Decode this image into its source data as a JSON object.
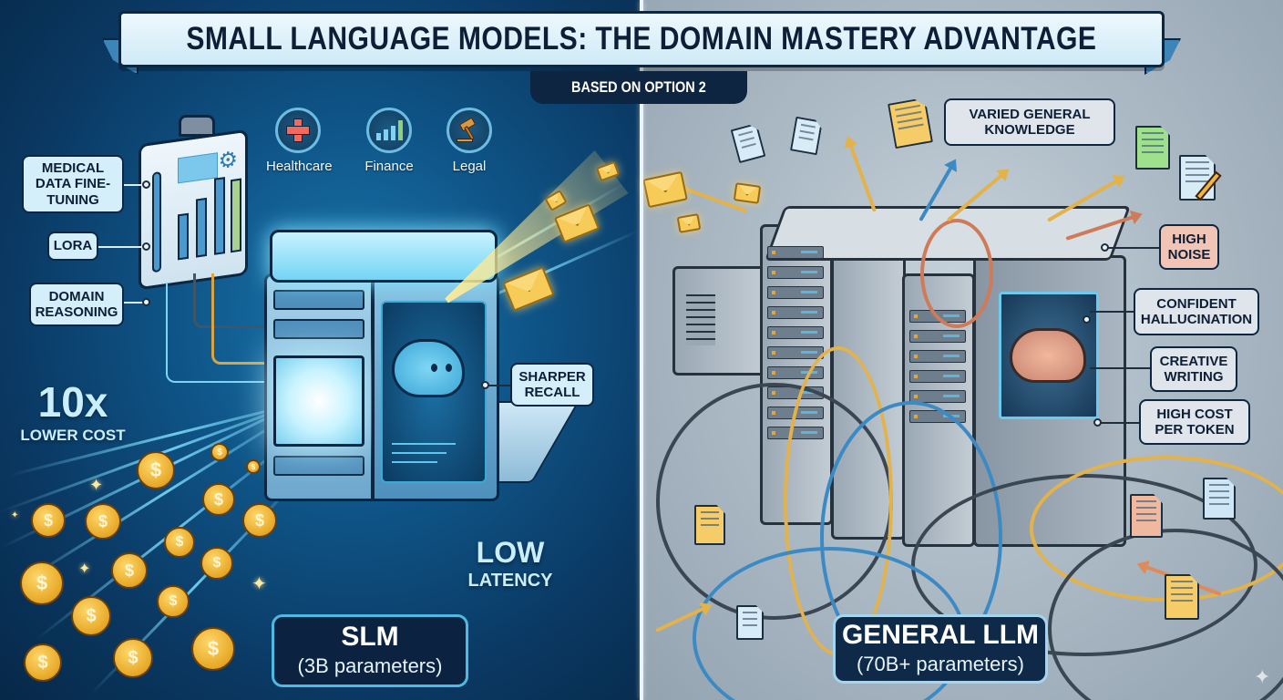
{
  "banner": {
    "title": "SMALL LANGUAGE MODELS: THE DOMAIN MASTERY ADVANTAGE",
    "subtitle": "BASED ON OPTION 2"
  },
  "slm_side": {
    "theme_color": "#0f5588",
    "callouts": [
      {
        "id": "medical-data-fine-tuning",
        "text": "MEDICAL DATA FINE-TUNING"
      },
      {
        "id": "lora",
        "text": "LORA"
      },
      {
        "id": "domain-reasoning",
        "text": "DOMAIN REASONING"
      },
      {
        "id": "sharper-recall",
        "text": "SHARPER RECALL"
      }
    ],
    "domains": [
      {
        "label": "Healthcare",
        "icon": "red-cross-icon",
        "color": "#f06a5e"
      },
      {
        "label": "Finance",
        "icon": "bar-chart-trend-icon",
        "color": "#e3b24a"
      },
      {
        "label": "Legal",
        "icon": "gavel-icon",
        "color": "#c98a3c"
      }
    ],
    "cost_stat": {
      "value": "10x",
      "label": "LOWER COST"
    },
    "latency_stat": {
      "value": "LOW",
      "label": "LATENCY"
    },
    "model": {
      "name": "SLM",
      "params": "(3B parameters)"
    }
  },
  "llm_side": {
    "theme_color": "#aebcc7",
    "callouts": [
      {
        "id": "varied-general-knowledge",
        "text": "VARIED GENERAL KNOWLEDGE"
      },
      {
        "id": "high-noise",
        "text": "HIGH NOISE",
        "highlight": "#f1c5b6"
      },
      {
        "id": "confident-hallucination",
        "text": "CONFIDENT HALLUCINATION"
      },
      {
        "id": "creative-writing",
        "text": "CREATIVE WRITING"
      },
      {
        "id": "high-cost-per-token",
        "text": "HIGH COST PER TOKEN"
      }
    ],
    "model": {
      "name": "GENERAL LLM",
      "params": "(70B+ parameters)"
    }
  },
  "icons": {
    "coin_symbol": "$",
    "sparkle": "✦",
    "gear": "⚙"
  }
}
